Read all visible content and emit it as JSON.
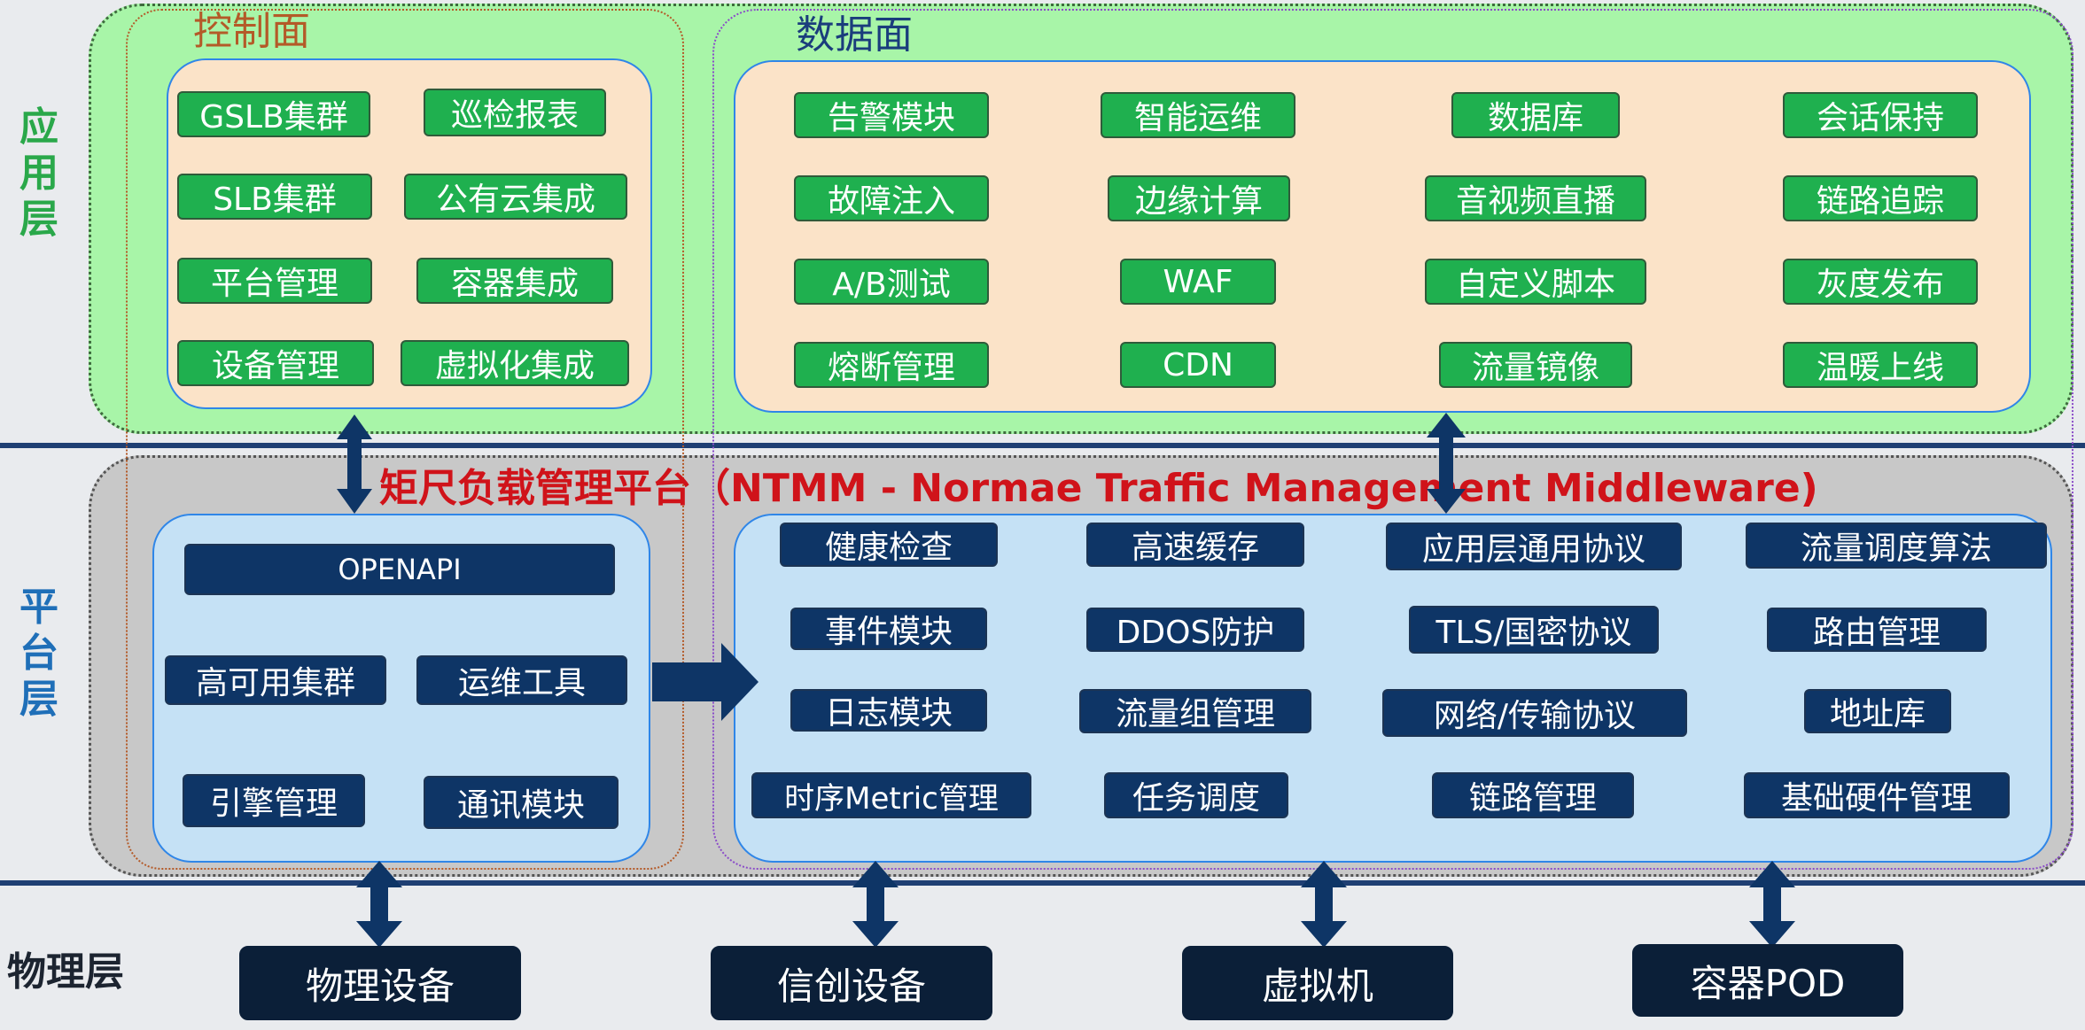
{
  "layers": {
    "app": "应用层",
    "platform": "平台层",
    "physical": "物理层"
  },
  "control_plane": {
    "title": "控制面",
    "modules": [
      "GSLB集群",
      "巡检报表",
      "SLB集群",
      "公有云集成",
      "平台管理",
      "容器集成",
      "设备管理",
      "虚拟化集成"
    ]
  },
  "data_plane": {
    "title": "数据面",
    "modules": [
      "告警模块",
      "智能运维",
      "数据库",
      "会话保持",
      "故障注入",
      "边缘计算",
      "音视频直播",
      "链路追踪",
      "A/B测试",
      "WAF",
      "自定义脚本",
      "灰度发布",
      "熔断管理",
      "CDN",
      "流量镜像",
      "温暖上线"
    ]
  },
  "platform": {
    "title": "矩尺负载管理平台（NTMM - Normae Traffic Management Middleware)",
    "left_modules": [
      "OPENAPI",
      "高可用集群",
      "运维工具",
      "引擎管理",
      "通讯模块"
    ],
    "right_modules": [
      "健康检查",
      "高速缓存",
      "应用层通用协议",
      "流量调度算法",
      "事件模块",
      "DDOS防护",
      "TLS/国密协议",
      "路由管理",
      "日志模块",
      "流量组管理",
      "网络/传输协议",
      "地址库",
      "时序Metric管理",
      "任务调度",
      "链路管理",
      "基础硬件管理"
    ]
  },
  "physical": {
    "devices": [
      "物理设备",
      "信创设备",
      "虚拟机",
      "容器POD"
    ]
  },
  "colors": {
    "app_bg": "#a8f5a8",
    "panel_bg": "#fbe3c8",
    "platform_bg": "#c8c8c8",
    "platform_panel_bg": "#c5e1f5",
    "green_module": "#1fb04f",
    "navy_module": "#0e3566",
    "title_red": "#d0131a",
    "arrow": "#0e3566"
  }
}
